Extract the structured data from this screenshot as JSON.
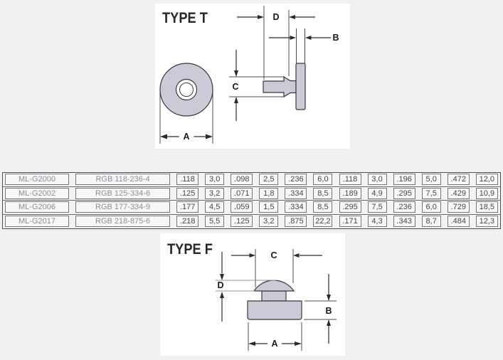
{
  "type_t": {
    "title": "TYPE T",
    "labels": {
      "a": "A",
      "b": "B",
      "c": "C",
      "d": "D"
    }
  },
  "type_f": {
    "title": "TYPE F",
    "labels": {
      "a": "A",
      "b": "B",
      "c": "C",
      "d": "D"
    }
  },
  "table": {
    "rows": [
      {
        "part": "ML-G2000",
        "rgb": "RGB 118-236-4",
        "values": [
          ".118",
          "3,0",
          ".098",
          "2,5",
          ".236",
          "6,0",
          ".118",
          "3,0",
          ".196",
          "5,0",
          ".472",
          "12,0"
        ]
      },
      {
        "part": "ML-G2002",
        "rgb": "RGB 125-334-6",
        "values": [
          ".125",
          "3,2",
          ".071",
          "1,8",
          ".334",
          "8,5",
          ".189",
          "4,9",
          ".295",
          "7,5",
          ".429",
          "10,9"
        ]
      },
      {
        "part": "ML-G2006",
        "rgb": "RGB 177-334-9",
        "values": [
          ".177",
          "4,5",
          ".059",
          "1,5",
          ".334",
          "8,5",
          ".295",
          "7,5",
          ".236",
          "6,0",
          ".729",
          "18,5"
        ]
      },
      {
        "part": "ML-G2017",
        "rgb": "RGB 218-875-6",
        "values": [
          ".218",
          "5,5",
          ".125",
          "3,2",
          ".875",
          "22,2",
          ".171",
          "4,3",
          ".343",
          "8,7",
          ".484",
          "12,3"
        ]
      }
    ]
  },
  "colors": {
    "page_bg": "#f2f0f0",
    "panel_bg": "#ffffff",
    "part_fill": "#cdc9d6",
    "drawing_line": "#2b2b2e",
    "part_number_text": "#8d8d95",
    "value_text": "#47474a",
    "cell_bg": "#f8f7f7",
    "cell_border": "#76767a",
    "table_border": "#4e4e52"
  }
}
